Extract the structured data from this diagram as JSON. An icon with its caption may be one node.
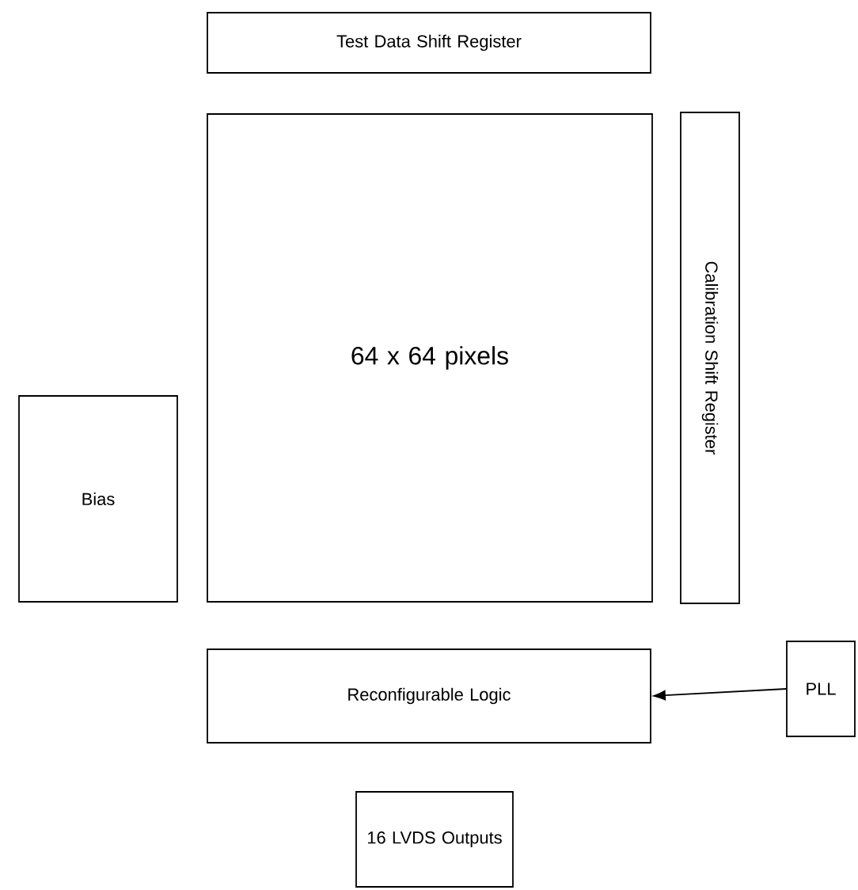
{
  "diagram": {
    "nodes": [
      {
        "text": [
          "Test Data Shift Register"
        ]
      },
      {
        "text": [
          "Bias"
        ]
      },
      {
        "text": [
          "64 x 64 pixels"
        ]
      },
      {
        "text": [
          "Calibration Shift Register"
        ]
      },
      {
        "text": [
          "Reconfigurable Logic"
        ]
      },
      {
        "text": [
          "PLL"
        ]
      },
      {
        "text": [
          "16 LVDS Outputs"
        ]
      }
    ],
    "edges": [
      {
        "from": 5,
        "to": 4,
        "arrow": "to"
      }
    ]
  }
}
